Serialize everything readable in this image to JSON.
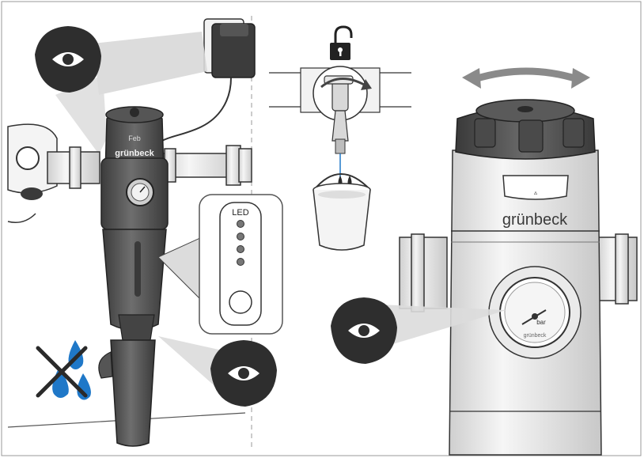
{
  "brand": {
    "filter_label": "grünbeck",
    "filter_cap_text": "Feb",
    "closeup_label": "grünbeck",
    "gauge_unit": "bar",
    "gauge_brand": "grünbeck"
  },
  "led_panel": {
    "title": "LED",
    "led_count": 4
  },
  "icons": {
    "inspect": "eye-icon",
    "no_water": "no-water-drops-icon",
    "unlock": "unlocked-padlock-icon",
    "rotate": "rotate-arrow-icon",
    "bucket": "bucket-icon",
    "tap": "drain-tap-icon",
    "power_adapter": "power-adapter-icon"
  },
  "colors": {
    "dark_body": "#4a4a4a",
    "mid_body": "#6a6a6a",
    "light_body": "#e6e6e6",
    "water_blue": "#1f78c8",
    "outline": "#2b2b2b",
    "callout": "#cfcfcf",
    "eye_badge": "#2e2e2e"
  }
}
